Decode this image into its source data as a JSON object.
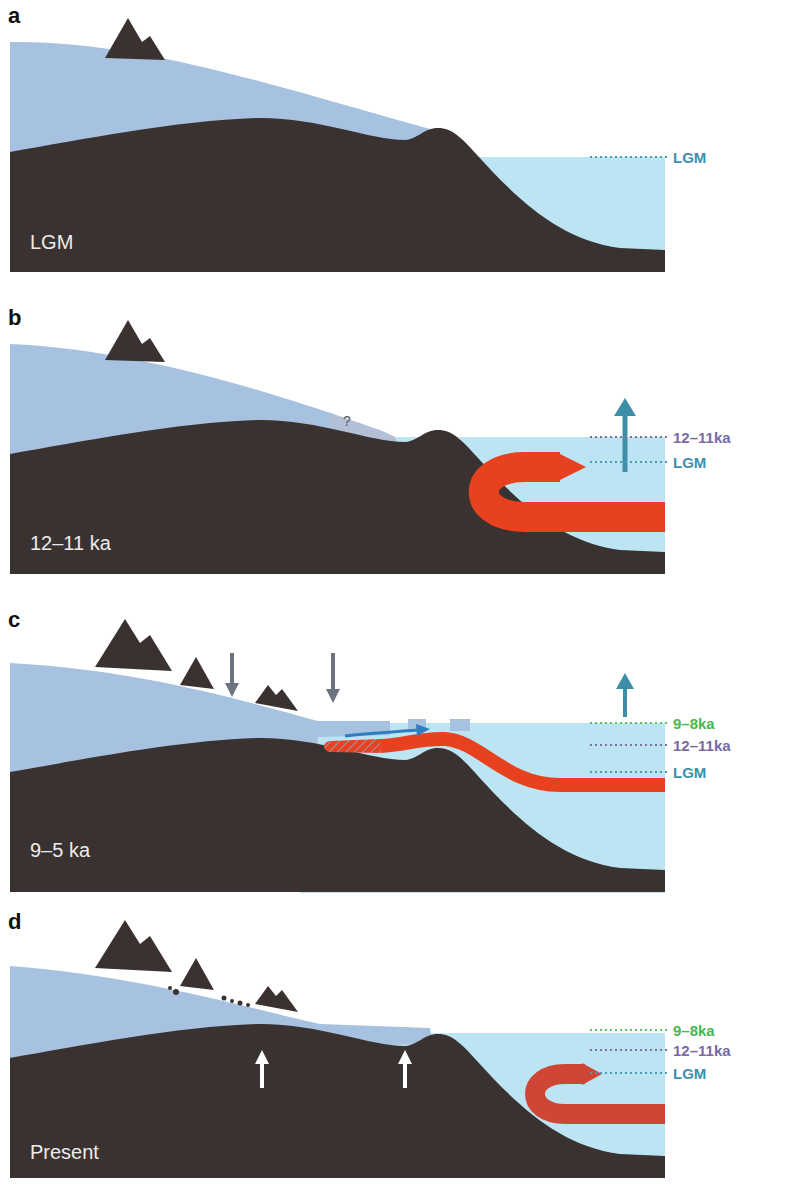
{
  "diagram": {
    "labels": [
      "a",
      "LGM",
      "LGM",
      "b",
      "?",
      "12–11ka",
      "LGM",
      "12–11 ka",
      "c",
      "9–8ka",
      "12–11ka",
      "LGM",
      "9–5 ka",
      "d",
      "9–8ka",
      "12–11ka",
      "LGM",
      "Present"
    ]
  }
}
